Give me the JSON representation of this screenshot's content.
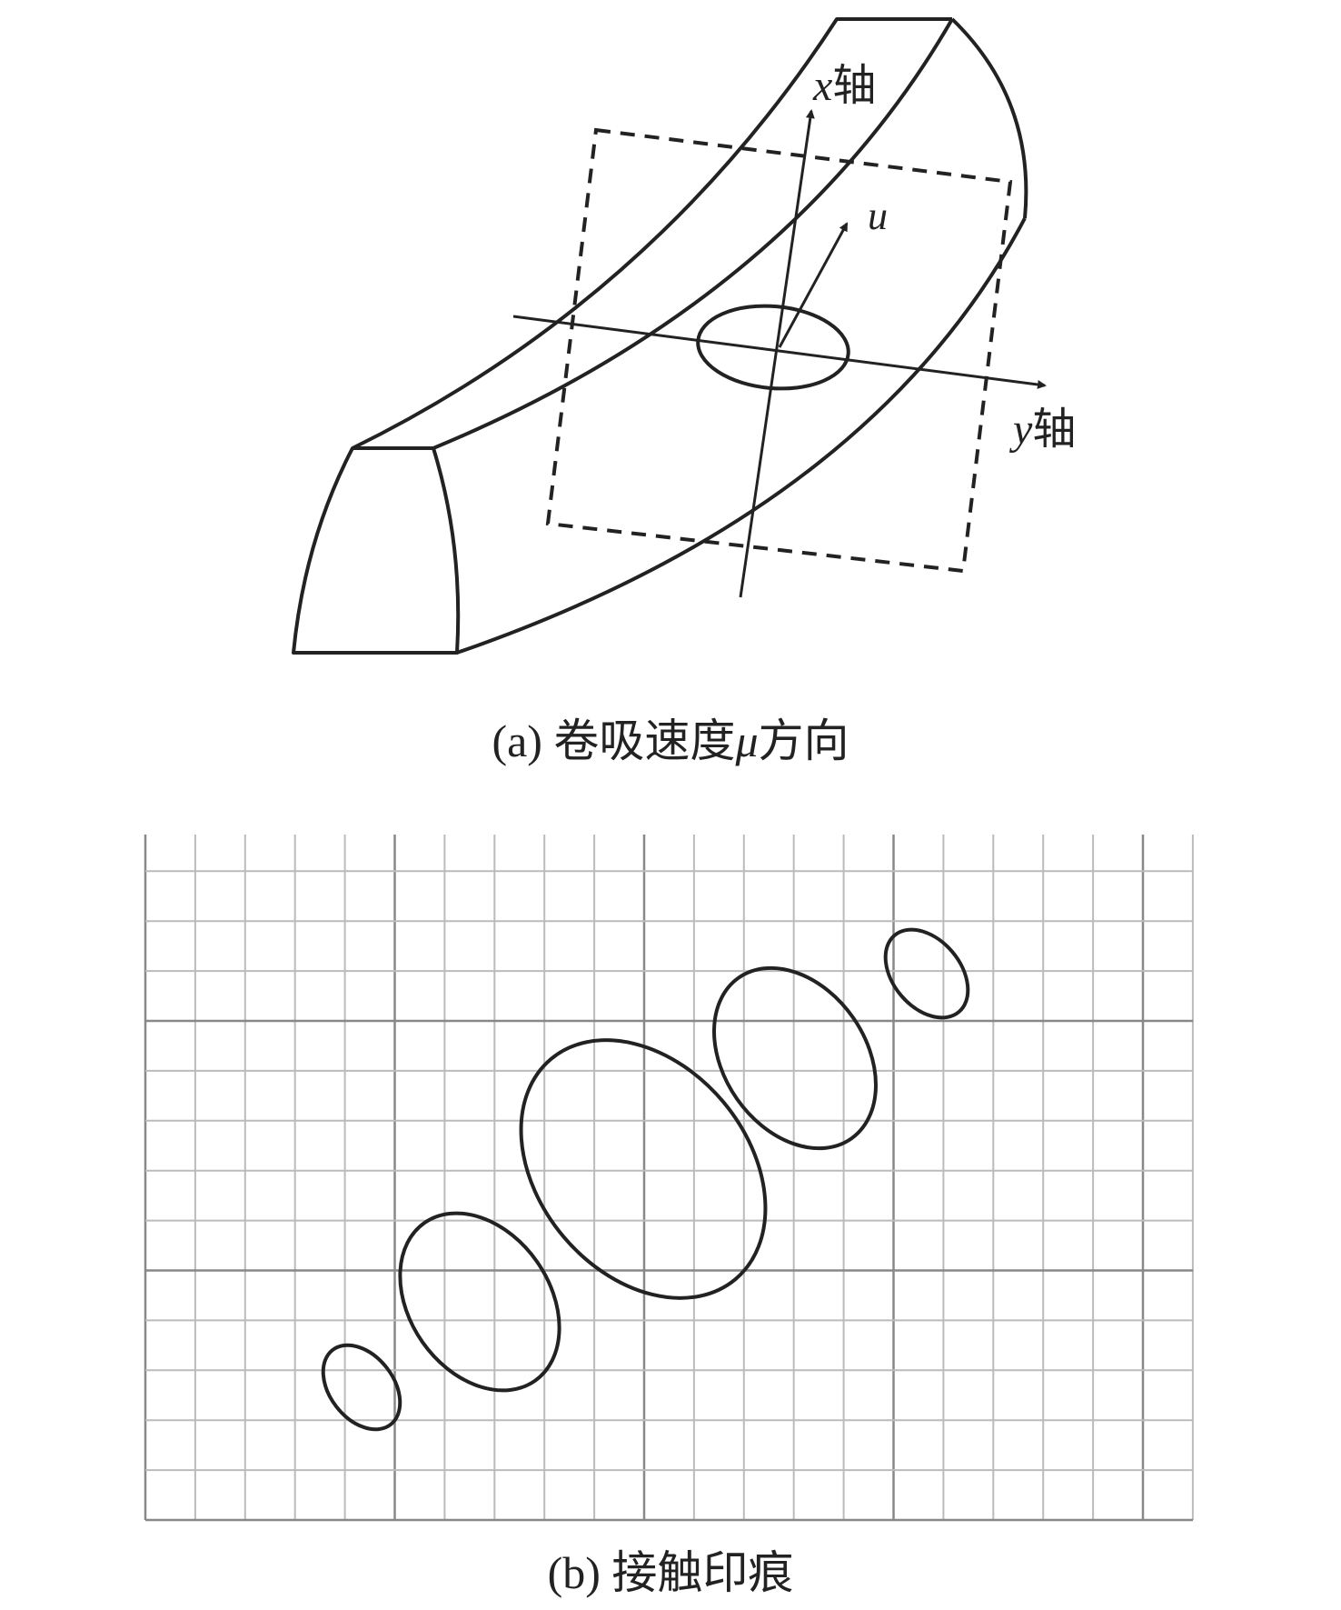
{
  "figure_a": {
    "caption_prefix": "(a) 卷吸速度",
    "caption_symbol": "μ",
    "caption_suffix": "方向",
    "x_axis": {
      "var": "x",
      "label": "轴"
    },
    "y_axis": {
      "var": "y",
      "label": "轴"
    },
    "velocity_label": "u"
  },
  "figure_b": {
    "caption": "(b) 接触印痕",
    "ellipse_count": 5
  },
  "colors": {
    "ink": "#222222",
    "grid_minor": "#bbbbbb",
    "grid_major": "#888888"
  }
}
